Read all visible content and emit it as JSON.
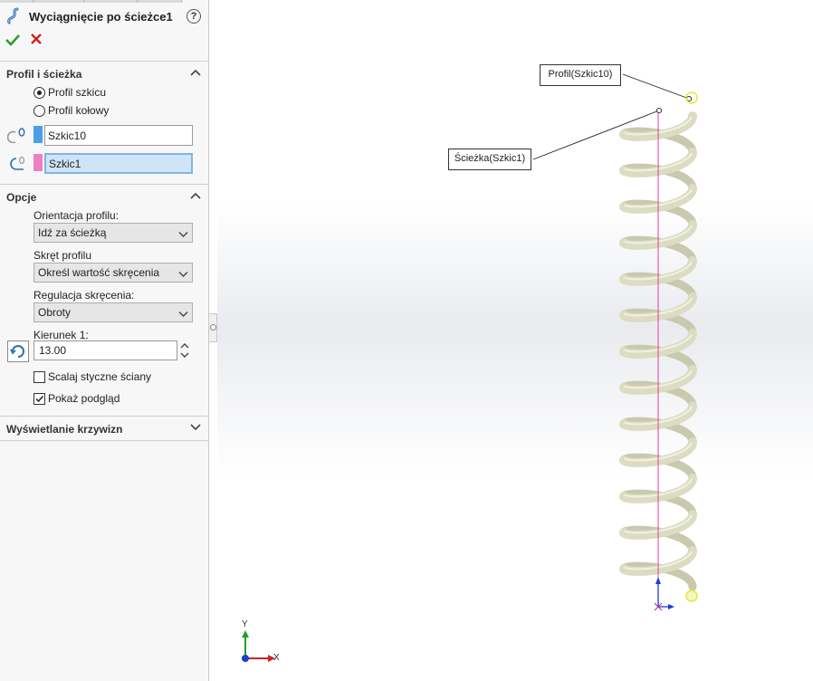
{
  "feature": {
    "title": "Wyciągnięcie po ścieżce1"
  },
  "sections": {
    "profile_path": {
      "title": "Profil i ścieżka",
      "options": [
        "Profil szkicu",
        "Profil kołowy"
      ],
      "selected_option": "Profil szkicu",
      "profile_selection": "Szkic10",
      "path_selection": "Szkic1"
    },
    "options": {
      "title": "Opcje",
      "orientation_label": "Orientacja profilu:",
      "orientation_value": "Idź za ścieżką",
      "twist_label": "Skręt profilu",
      "twist_value": "Określ wartość skręcenia",
      "twist_control_label": "Regulacja skręcenia:",
      "twist_control_value": "Obroty",
      "direction_label": "Kierunek 1:",
      "direction_value": "13.00",
      "merge_tangent_label": "Scalaj styczne ściany",
      "merge_tangent_checked": false,
      "show_preview_label": "Pokaż podgląd",
      "show_preview_checked": true
    },
    "curvature": {
      "title": "Wyświetlanie krzywizn"
    }
  },
  "viewport": {
    "callout_profile": "Profil(Szkic10)",
    "callout_path": "Ścieżka(Szkic1)",
    "axis_x": "X",
    "axis_y": "Y"
  },
  "colors": {
    "profile_swatch": "#4a9fe8",
    "path_swatch": "#ef7fc4",
    "accept": "#2e9c2e",
    "cancel": "#d02222",
    "spring": "#dcdcc2",
    "path_line": "#e0409a"
  },
  "icons": {
    "feature": "sweep-icon",
    "help": "help-icon",
    "ok": "check-icon",
    "cancel": "x-icon",
    "profile": "profile-sketch-icon",
    "path": "path-sketch-icon",
    "direction": "reverse-direction-icon"
  }
}
